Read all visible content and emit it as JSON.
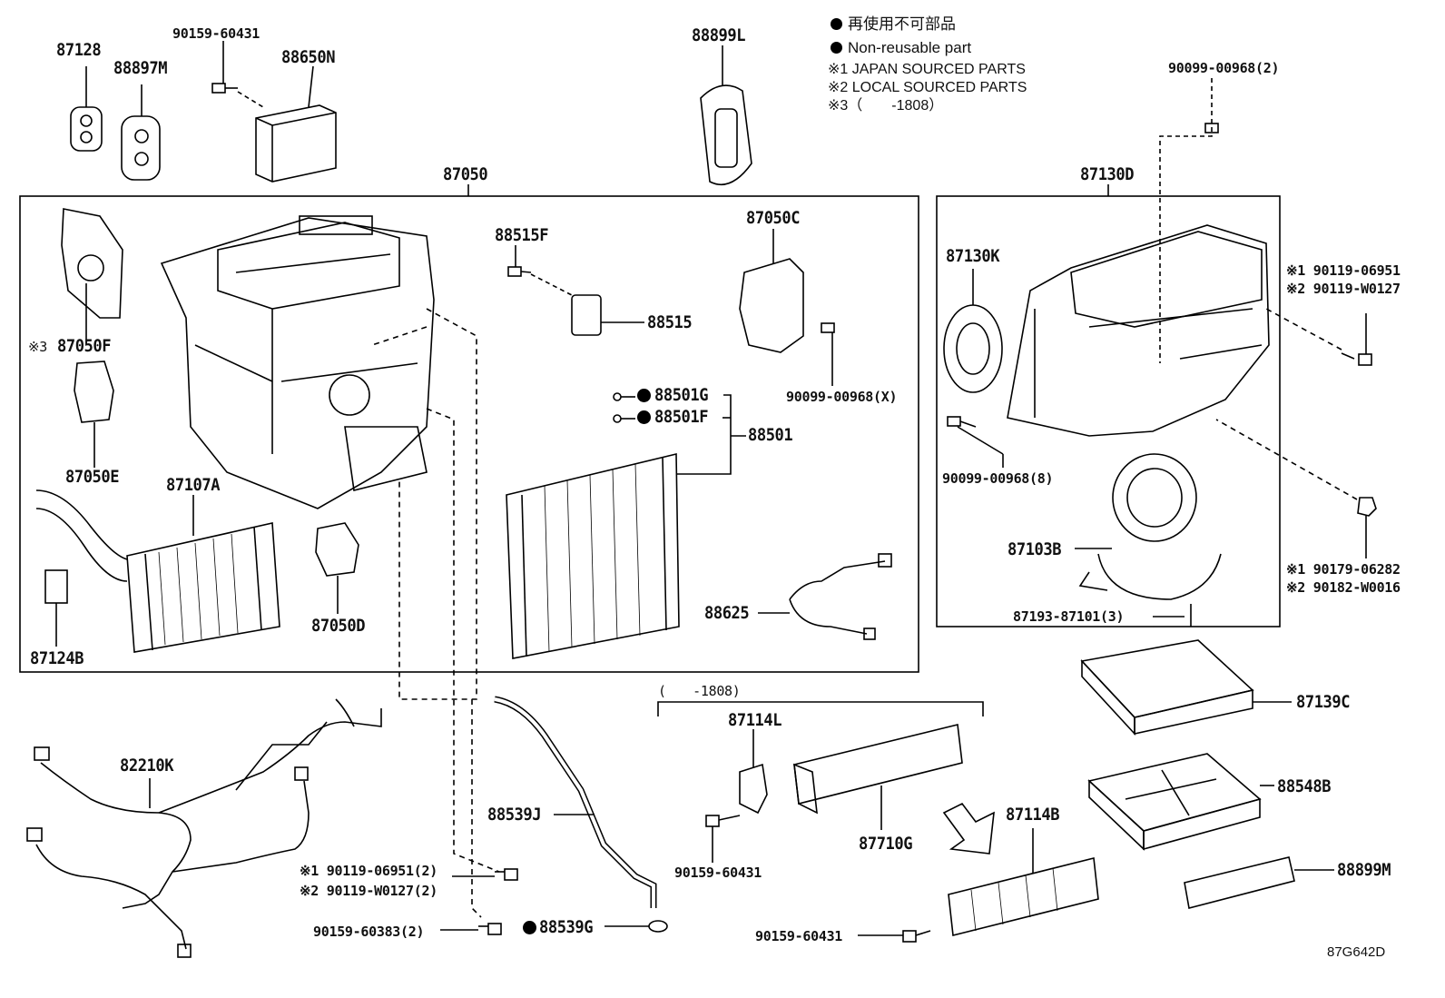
{
  "legend": {
    "non_reusable_jp": "再使用不可部品",
    "non_reusable_en": "Non-reusable part",
    "note1": "※1 JAPAN SOURCED PARTS",
    "note2": "※2 LOCAL SOURCED PARTS",
    "note3": "※3（　　-1808）"
  },
  "parts": {
    "p87128": "87128",
    "p88897M": "88897M",
    "p90159_60431_top": "90159-60431",
    "p88650N": "88650N",
    "p88899L": "88899L",
    "p90099_00968_2": "90099-00968(2)",
    "p87050": "87050",
    "p87130D": "87130D",
    "p88515F": "88515F",
    "p87050C": "87050C",
    "p88515": "88515",
    "p87050F": "87050F",
    "p87050F_note": "※3",
    "p90099_00968_X": "90099-00968(X)",
    "p88501G": "88501G",
    "p88501F": "88501F",
    "p88501": "88501",
    "p87050E": "87050E",
    "p87107A": "87107A",
    "p88625": "88625",
    "p87050D": "87050D",
    "p87124B": "87124B",
    "p87130K": "87130K",
    "p90119_06951_a": "※1 90119-06951",
    "p90119_W0127_a": "※2 90119-W0127",
    "p90099_00968_8": "90099-00968(8)",
    "p87103B": "87103B",
    "p90179_06282": "※1 90179-06282",
    "p90182_W0016": "※2 90182-W0016",
    "p87193_87101": "87193-87101(3)",
    "p87139C": "87139C",
    "p1808": "(　　-1808)",
    "p87114L": "87114L",
    "p82210K": "82210K",
    "p88548B": "88548B",
    "p88539J": "88539J",
    "p87710G": "87710G",
    "p87114B": "87114B",
    "p90159_60431_mid": "90159-60431",
    "p88899M": "88899M",
    "p90119_06951_b": "※1 90119-06951(2)",
    "p90119_W0127_b": "※2 90119-W0127(2)",
    "p90159_60383": "90159-60383(2)",
    "p88539G": "88539G",
    "p90159_60431_bot": "90159-60431",
    "figure_ref": "87G642D"
  }
}
